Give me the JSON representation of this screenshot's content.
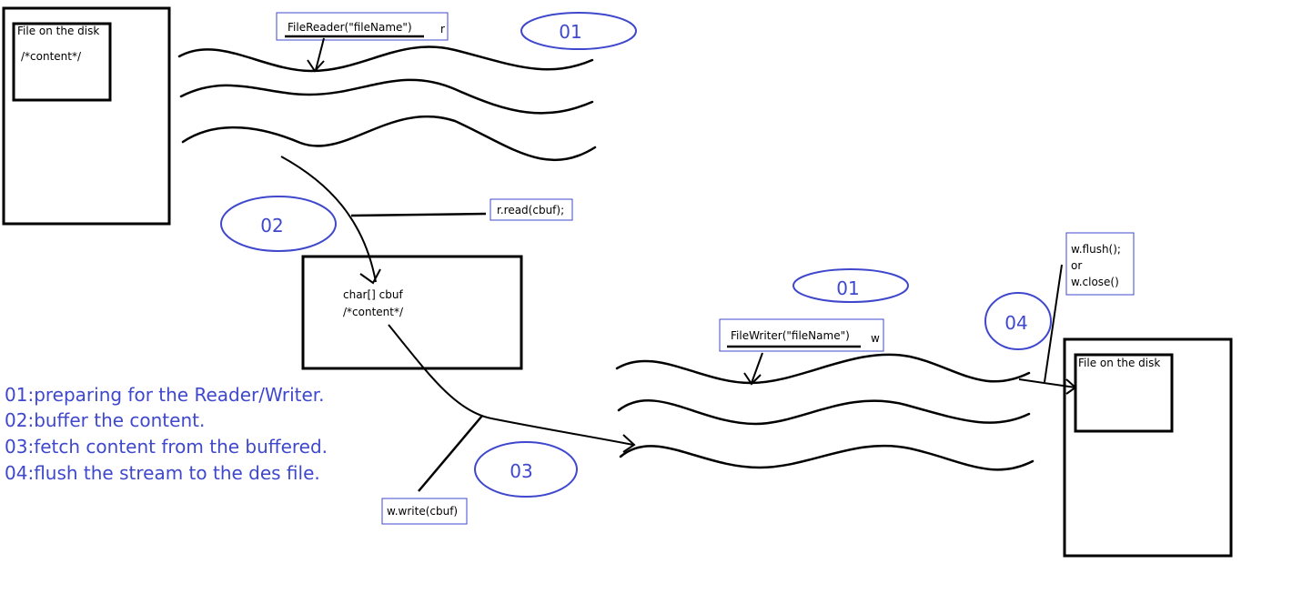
{
  "source_file": {
    "title": "File on the disk",
    "content": "/*content*/"
  },
  "reader": {
    "constructor_label": "FileReader(\"fileName\")",
    "variable": "r",
    "step": "01"
  },
  "read_call": {
    "step": "02",
    "label": "r.read(cbuf);"
  },
  "buffer": {
    "declaration": "char[] cbuf",
    "content": "/*content*/"
  },
  "write_call": {
    "step": "03",
    "label": "w.write(cbuf)"
  },
  "writer": {
    "step": "01",
    "constructor_label": "FileWriter(\"fileName\")",
    "variable": "w"
  },
  "flush_call": {
    "step": "04",
    "line1": "w.flush();",
    "line2": "or",
    "line3": "w.close()"
  },
  "dest_file": {
    "title": "File on the disk"
  },
  "legend": [
    "01:preparing for the Reader/Writer.",
    "02:buffer the content.",
    "03:fetch content from the buffered.",
    "04:flush the stream to the des file."
  ],
  "colors": {
    "accent": "#3f48cc",
    "line": "#000000",
    "label_border": "#3f48cc"
  }
}
